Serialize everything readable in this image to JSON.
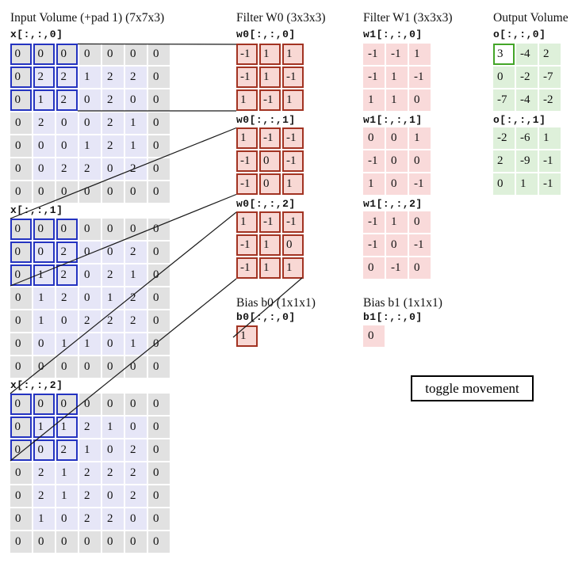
{
  "titles": {
    "input": "Input Volume (+pad 1) (7x7x3)",
    "filter_w0": "Filter W0 (3x3x3)",
    "filter_w1": "Filter W1 (3x3x3)",
    "output": "Output Volume",
    "bias_b0": "Bias b0 (1x1x1)",
    "bias_b1": "Bias b1 (1x1x1)"
  },
  "input": {
    "slices": [
      {
        "label": "x[:,:,0]",
        "rows": [
          [
            0,
            0,
            0,
            0,
            0,
            0,
            0
          ],
          [
            0,
            2,
            2,
            1,
            2,
            2,
            0
          ],
          [
            0,
            1,
            2,
            0,
            2,
            0,
            0
          ],
          [
            0,
            2,
            0,
            0,
            2,
            1,
            0
          ],
          [
            0,
            0,
            0,
            1,
            2,
            1,
            0
          ],
          [
            0,
            0,
            2,
            2,
            0,
            2,
            0
          ],
          [
            0,
            0,
            0,
            0,
            0,
            0,
            0
          ]
        ]
      },
      {
        "label": "x[:,:,1]",
        "rows": [
          [
            0,
            0,
            0,
            0,
            0,
            0,
            0
          ],
          [
            0,
            0,
            2,
            0,
            0,
            2,
            0
          ],
          [
            0,
            1,
            2,
            0,
            2,
            1,
            0
          ],
          [
            0,
            1,
            2,
            0,
            1,
            2,
            0
          ],
          [
            0,
            1,
            0,
            2,
            2,
            2,
            0
          ],
          [
            0,
            0,
            1,
            1,
            0,
            1,
            0
          ],
          [
            0,
            0,
            0,
            0,
            0,
            0,
            0
          ]
        ]
      },
      {
        "label": "x[:,:,2]",
        "rows": [
          [
            0,
            0,
            0,
            0,
            0,
            0,
            0
          ],
          [
            0,
            1,
            1,
            2,
            1,
            0,
            0
          ],
          [
            0,
            0,
            2,
            1,
            0,
            2,
            0
          ],
          [
            0,
            2,
            1,
            2,
            2,
            2,
            0
          ],
          [
            0,
            2,
            1,
            2,
            0,
            2,
            0
          ],
          [
            0,
            1,
            0,
            2,
            2,
            0,
            0
          ],
          [
            0,
            0,
            0,
            0,
            0,
            0,
            0
          ]
        ]
      }
    ],
    "highlight_region": "top-left 3x3 of each slice"
  },
  "filter_w0": {
    "slices": [
      {
        "label": "w0[:,:,0]",
        "rows": [
          [
            -1,
            1,
            1
          ],
          [
            -1,
            1,
            -1
          ],
          [
            1,
            -1,
            1
          ]
        ]
      },
      {
        "label": "w0[:,:,1]",
        "rows": [
          [
            1,
            -1,
            -1
          ],
          [
            -1,
            0,
            -1
          ],
          [
            -1,
            0,
            1
          ]
        ]
      },
      {
        "label": "w0[:,:,2]",
        "rows": [
          [
            1,
            -1,
            -1
          ],
          [
            -1,
            1,
            0
          ],
          [
            -1,
            1,
            1
          ]
        ]
      }
    ]
  },
  "filter_w1": {
    "slices": [
      {
        "label": "w1[:,:,0]",
        "rows": [
          [
            -1,
            -1,
            1
          ],
          [
            -1,
            1,
            -1
          ],
          [
            1,
            1,
            0
          ]
        ]
      },
      {
        "label": "w1[:,:,1]",
        "rows": [
          [
            0,
            0,
            1
          ],
          [
            -1,
            0,
            0
          ],
          [
            1,
            0,
            -1
          ]
        ]
      },
      {
        "label": "w1[:,:,2]",
        "rows": [
          [
            -1,
            1,
            0
          ],
          [
            -1,
            0,
            -1
          ],
          [
            0,
            -1,
            0
          ]
        ]
      }
    ]
  },
  "bias_b0": {
    "label": "b0[:,:,0]",
    "rows": [
      [
        1
      ]
    ]
  },
  "bias_b1": {
    "label": "b1[:,:,0]",
    "rows": [
      [
        0
      ]
    ]
  },
  "output": {
    "slices": [
      {
        "label": "o[:,:,0]",
        "rows": [
          [
            3,
            -4,
            2
          ],
          [
            0,
            -2,
            -7
          ],
          [
            -7,
            -4,
            -2
          ]
        ],
        "highlight_cell": "0,0"
      },
      {
        "label": "o[:,:,1]",
        "rows": [
          [
            -2,
            -6,
            1
          ],
          [
            2,
            -9,
            -1
          ],
          [
            0,
            1,
            -1
          ]
        ]
      }
    ]
  },
  "button": {
    "label": "toggle movement"
  },
  "colors": {
    "input_padding_fill": "#e1e1e1",
    "input_value_fill": "#e6e6f7",
    "receptive_field_border": "#2433c0",
    "filter_w0_fill": "#f8d8d4",
    "filter_w0_border": "#a23322",
    "filter_w1_fill": "#f9dada",
    "output_fill": "#def0da",
    "active_output_border": "#43a528"
  }
}
